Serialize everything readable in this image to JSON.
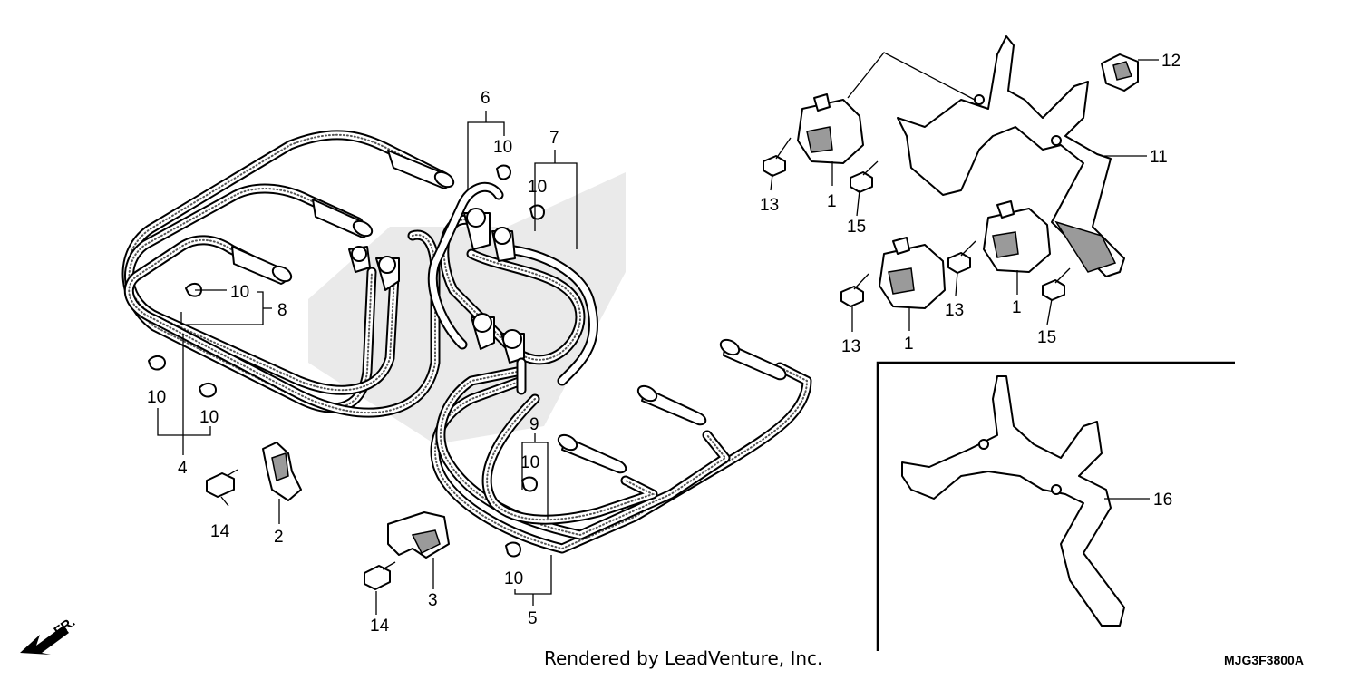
{
  "callouts": [
    {
      "id": "label-1a",
      "text": "1"
    },
    {
      "id": "label-1b",
      "text": "1"
    },
    {
      "id": "label-1c",
      "text": "1"
    },
    {
      "id": "label-2",
      "text": "2"
    },
    {
      "id": "label-3",
      "text": "3"
    },
    {
      "id": "label-4",
      "text": "4"
    },
    {
      "id": "label-5",
      "text": "5"
    },
    {
      "id": "label-6",
      "text": "6"
    },
    {
      "id": "label-7",
      "text": "7"
    },
    {
      "id": "label-8",
      "text": "8"
    },
    {
      "id": "label-9",
      "text": "9"
    },
    {
      "id": "label-10a",
      "text": "10"
    },
    {
      "id": "label-10b",
      "text": "10"
    },
    {
      "id": "label-10c",
      "text": "10"
    },
    {
      "id": "label-10d",
      "text": "10"
    },
    {
      "id": "label-10e",
      "text": "10"
    },
    {
      "id": "label-10f",
      "text": "10"
    },
    {
      "id": "label-10g",
      "text": "10"
    },
    {
      "id": "label-11",
      "text": "11"
    },
    {
      "id": "label-12",
      "text": "12"
    },
    {
      "id": "label-13a",
      "text": "13"
    },
    {
      "id": "label-13b",
      "text": "13"
    },
    {
      "id": "label-13c",
      "text": "13"
    },
    {
      "id": "label-14a",
      "text": "14"
    },
    {
      "id": "label-14b",
      "text": "14"
    },
    {
      "id": "label-15a",
      "text": "15"
    },
    {
      "id": "label-15b",
      "text": "15"
    },
    {
      "id": "label-16",
      "text": "16"
    }
  ],
  "direction_marker": "FR.",
  "credit": "Rendered by LeadVenture, Inc.",
  "diagram_code": "MJG3F3800A"
}
